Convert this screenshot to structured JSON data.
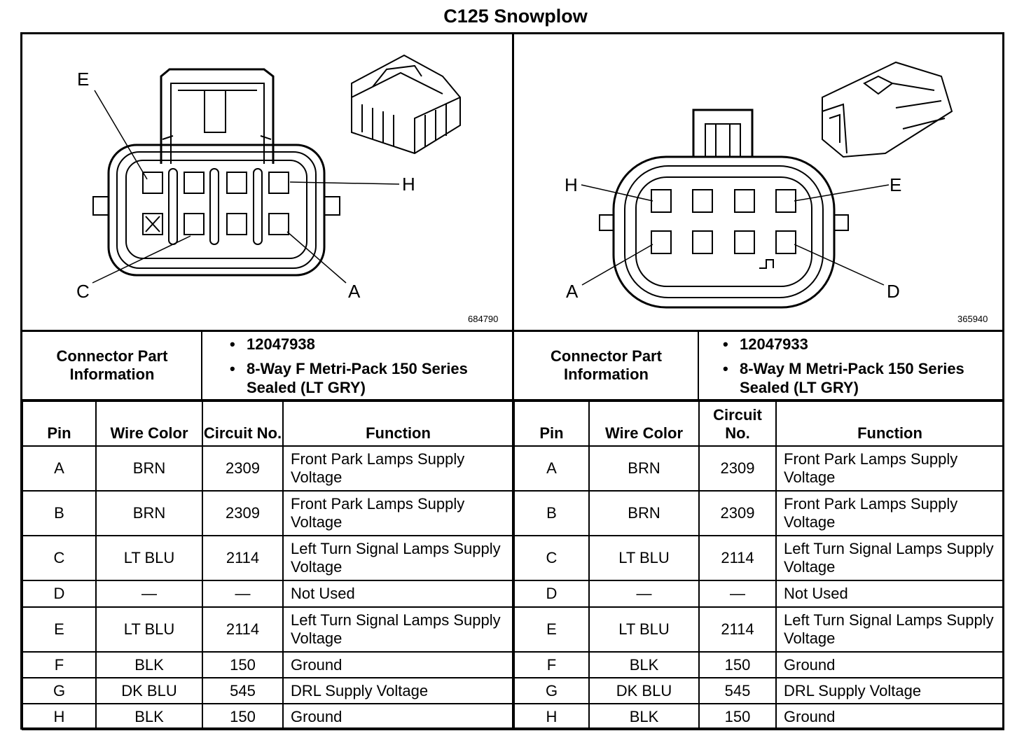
{
  "title": "C125 Snowplow",
  "left": {
    "figure_id": "684790",
    "pin_callouts": {
      "e": "E",
      "h": "H",
      "c": "C",
      "a": "A"
    },
    "info_label": "Connector Part Information",
    "part_number": "12047938",
    "description": "8-Way F Metri-Pack 150 Series Sealed (LT GRY)",
    "headers": {
      "pin": "Pin",
      "wire_color": "Wire Color",
      "circuit_no": "Circuit No.",
      "function": "Function"
    },
    "rows": [
      {
        "pin": "A",
        "wire": "BRN",
        "circuit": "2309",
        "function": "Front Park Lamps Supply Voltage"
      },
      {
        "pin": "B",
        "wire": "BRN",
        "circuit": "2309",
        "function": "Front Park Lamps Supply Voltage"
      },
      {
        "pin": "C",
        "wire": "LT BLU",
        "circuit": "2114",
        "function": "Left Turn Signal Lamps Supply Voltage"
      },
      {
        "pin": "D",
        "wire": "—",
        "circuit": "—",
        "function": "Not Used"
      },
      {
        "pin": "E",
        "wire": "LT BLU",
        "circuit": "2114",
        "function": "Left Turn Signal Lamps Supply Voltage"
      },
      {
        "pin": "F",
        "wire": "BLK",
        "circuit": "150",
        "function": "Ground"
      },
      {
        "pin": "G",
        "wire": "DK BLU",
        "circuit": "545",
        "function": "DRL Supply Voltage"
      },
      {
        "pin": "H",
        "wire": "BLK",
        "circuit": "150",
        "function": "Ground"
      }
    ]
  },
  "right": {
    "figure_id": "365940",
    "pin_callouts": {
      "h": "H",
      "e": "E",
      "a": "A",
      "d": "D"
    },
    "info_label": "Connector Part Information",
    "part_number": "12047933",
    "description": "8-Way M Metri-Pack 150 Series Sealed (LT GRY)",
    "headers": {
      "pin": "Pin",
      "wire_color": "Wire Color",
      "circuit_no": "Circuit No.",
      "function": "Function"
    },
    "rows": [
      {
        "pin": "A",
        "wire": "BRN",
        "circuit": "2309",
        "function": "Front Park Lamps Supply Voltage"
      },
      {
        "pin": "B",
        "wire": "BRN",
        "circuit": "2309",
        "function": "Front Park Lamps Supply Voltage"
      },
      {
        "pin": "C",
        "wire": "LT BLU",
        "circuit": "2114",
        "function": "Left Turn Signal Lamps Supply Voltage"
      },
      {
        "pin": "D",
        "wire": "—",
        "circuit": "—",
        "function": "Not Used"
      },
      {
        "pin": "E",
        "wire": "LT BLU",
        "circuit": "2114",
        "function": "Left Turn Signal Lamps Supply Voltage"
      },
      {
        "pin": "F",
        "wire": "BLK",
        "circuit": "150",
        "function": "Ground"
      },
      {
        "pin": "G",
        "wire": "DK BLU",
        "circuit": "545",
        "function": "DRL Supply Voltage"
      },
      {
        "pin": "H",
        "wire": "BLK",
        "circuit": "150",
        "function": "Ground"
      }
    ]
  }
}
